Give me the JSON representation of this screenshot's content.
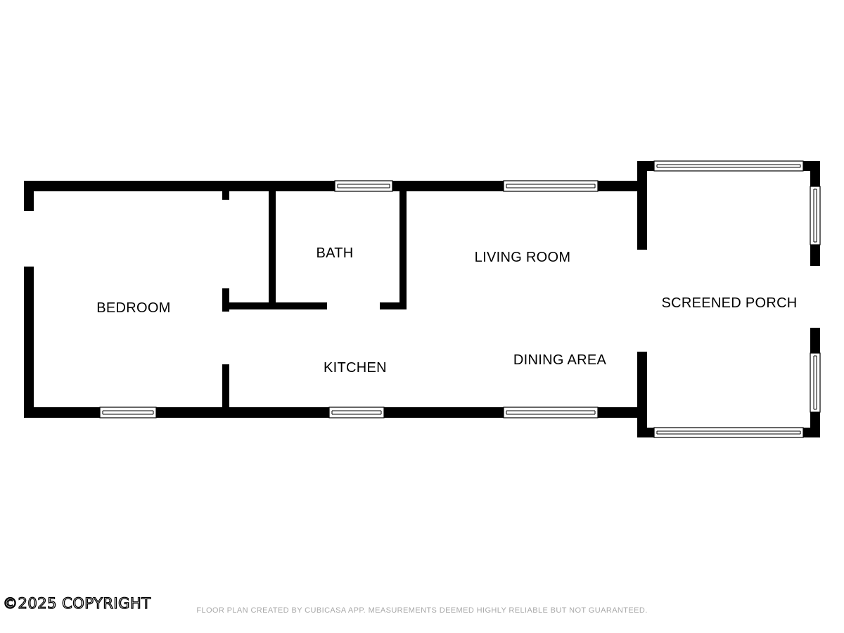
{
  "rooms": {
    "bedroom": "BEDROOM",
    "bath": "BATH",
    "living_room": "LIVING ROOM",
    "kitchen": "KITCHEN",
    "dining_area": "DINING AREA",
    "screened_porch": "SCREENED PORCH"
  },
  "footer": {
    "copyright": "©2025 COPYRIGHT",
    "disclaimer": "FLOOR PLAN CREATED BY CUBICASA APP. MEASUREMENTS DEEMED HIGHLY RELIABLE BUT NOT GUARANTEED."
  },
  "colors": {
    "wall": "#000000",
    "background": "#ffffff",
    "disclaimer_text": "#a8a8a8"
  }
}
